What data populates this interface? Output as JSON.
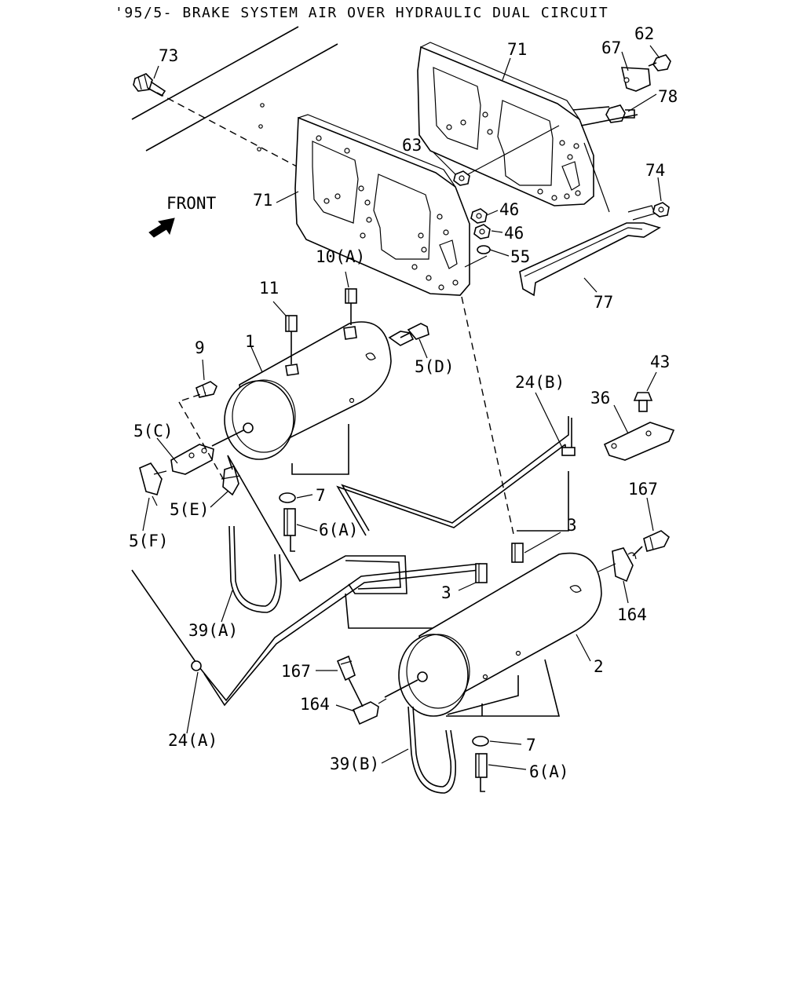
{
  "title": "'95/5- BRAKE SYSTEM AIR OVER HYDRAULIC DUAL CIRCUIT",
  "front_label": "FRONT",
  "callouts": {
    "c73": "73",
    "c71a": "71",
    "c71b": "71",
    "c67": "67",
    "c62": "62",
    "c78": "78",
    "c63": "63",
    "c74": "74",
    "c46a": "46",
    "c46b": "46",
    "c55": "55",
    "c77": "77",
    "c10A": "10(A)",
    "c11": "11",
    "c1": "1",
    "c9": "9",
    "c5D": "5(D)",
    "c24B": "24(B)",
    "c43": "43",
    "c36": "36",
    "c5C": "5(C)",
    "c7a": "7",
    "c5E": "5(E)",
    "c5F": "5(F)",
    "c6Aa": "6(A)",
    "c3a": "3",
    "c3b": "3",
    "c167a": "167",
    "c164a": "164",
    "c39A": "39(A)",
    "c2": "2",
    "c167b": "167",
    "c164b": "164",
    "c24A": "24(A)",
    "c7b": "7",
    "c39B": "39(B)",
    "c6Ab": "6(A)"
  }
}
